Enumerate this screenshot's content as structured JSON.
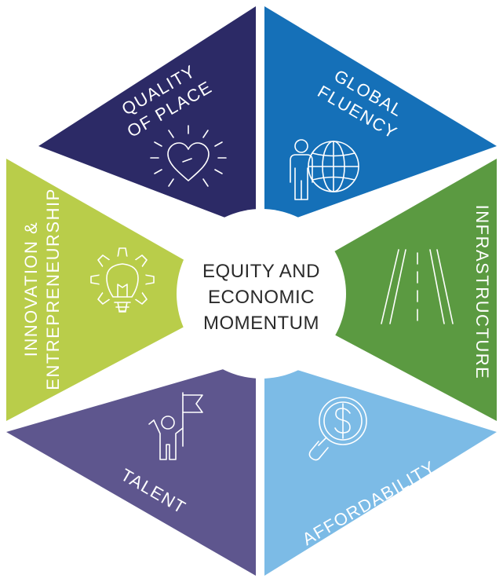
{
  "center": {
    "line1": "EQUITY AND",
    "line2": "ECONOMIC",
    "line3": "MOMENTUM"
  },
  "segments": [
    {
      "id": "quality-of-place",
      "lines": [
        "QUALITY",
        "OF PLACE"
      ],
      "color": "#2c2a66",
      "icon": "heart-icon"
    },
    {
      "id": "global-fluency",
      "lines": [
        "GLOBAL",
        "FLUENCY"
      ],
      "color": "#1570b8",
      "icon": "person-globe-icon"
    },
    {
      "id": "infrastructure",
      "lines": [
        "INFRASTRUCTURE"
      ],
      "color": "#5b9a41",
      "icon": "road-icon"
    },
    {
      "id": "affordability",
      "lines": [
        "AFFORDABILITY"
      ],
      "color": "#7cbbe6",
      "icon": "dollar-magnifier-icon"
    },
    {
      "id": "talent",
      "lines": [
        "TALENT"
      ],
      "color": "#5e568e",
      "icon": "person-flag-icon"
    },
    {
      "id": "innovation-entrepreneurship",
      "lines": [
        "INNOVATION &",
        "ENTREPRENEURSHIP"
      ],
      "color": "#b9cd4a",
      "icon": "lightbulb-gear-icon"
    }
  ]
}
